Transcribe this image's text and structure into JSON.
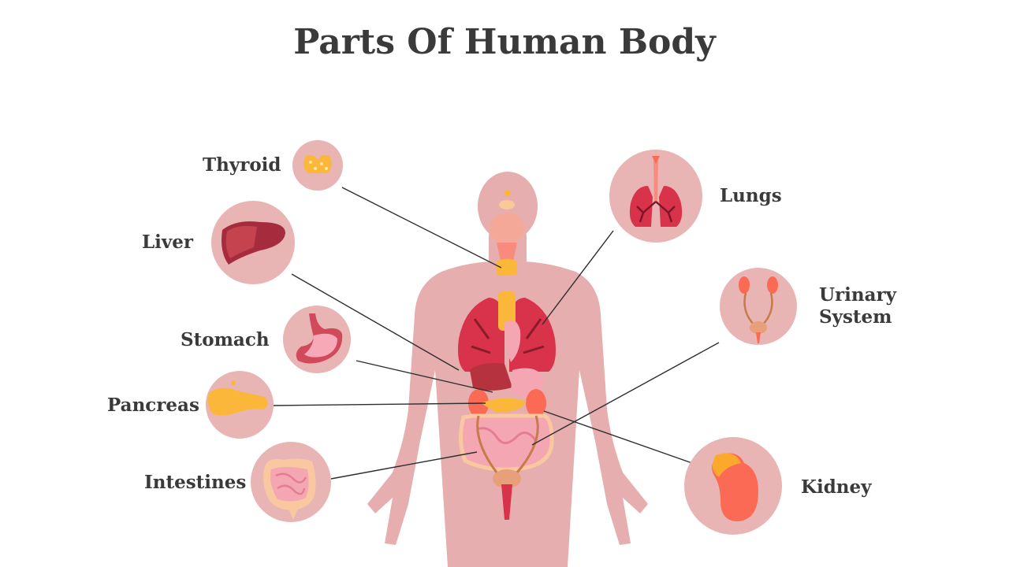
{
  "title": "Parts Of Human Body",
  "colors": {
    "body": "#e6aeae",
    "circle": "#e8b4b4",
    "organ_red": "#d8334a",
    "organ_yellow": "#fbb739",
    "organ_pink": "#f4a7b2",
    "organ_orange": "#fa6a55",
    "line": "#2e2e2e",
    "text": "#3a3a3a"
  },
  "parts": [
    {
      "id": "thyroid",
      "label": "Thyroid",
      "icon": "thyroid-icon"
    },
    {
      "id": "liver",
      "label": "Liver",
      "icon": "liver-icon"
    },
    {
      "id": "stomach",
      "label": "Stomach",
      "icon": "stomach-icon"
    },
    {
      "id": "pancreas",
      "label": "Pancreas",
      "icon": "pancreas-icon"
    },
    {
      "id": "intestines",
      "label": "Intestines",
      "icon": "intestines-icon"
    },
    {
      "id": "lungs",
      "label": "Lungs",
      "icon": "lungs-icon"
    },
    {
      "id": "urinary",
      "label_lines": [
        "Urinary",
        "System"
      ],
      "icon": "urinary-system-icon"
    },
    {
      "id": "kidney",
      "label": "Kidney",
      "icon": "kidney-icon"
    }
  ]
}
